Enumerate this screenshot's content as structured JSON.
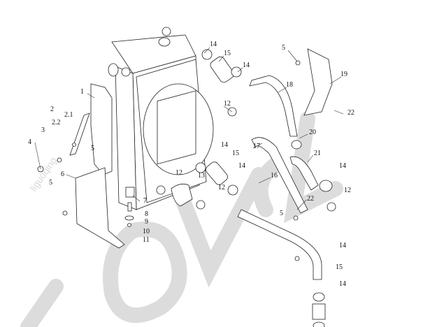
{
  "diagram": {
    "title": "",
    "watermark": [
      "liguoqing",
      "LOVOL"
    ],
    "callouts": [
      "14",
      "15",
      "5",
      "14",
      "19",
      "18",
      "1",
      "12",
      "2",
      "2.1",
      "2.2",
      "22",
      "3",
      "20",
      "4",
      "5",
      "17",
      "14",
      "15",
      "21",
      "14",
      "14",
      "6",
      "12",
      "13",
      "16",
      "5",
      "12",
      "12",
      "7",
      "22",
      "8",
      "5",
      "9",
      "10",
      "11",
      "14",
      "15",
      "14"
    ]
  }
}
